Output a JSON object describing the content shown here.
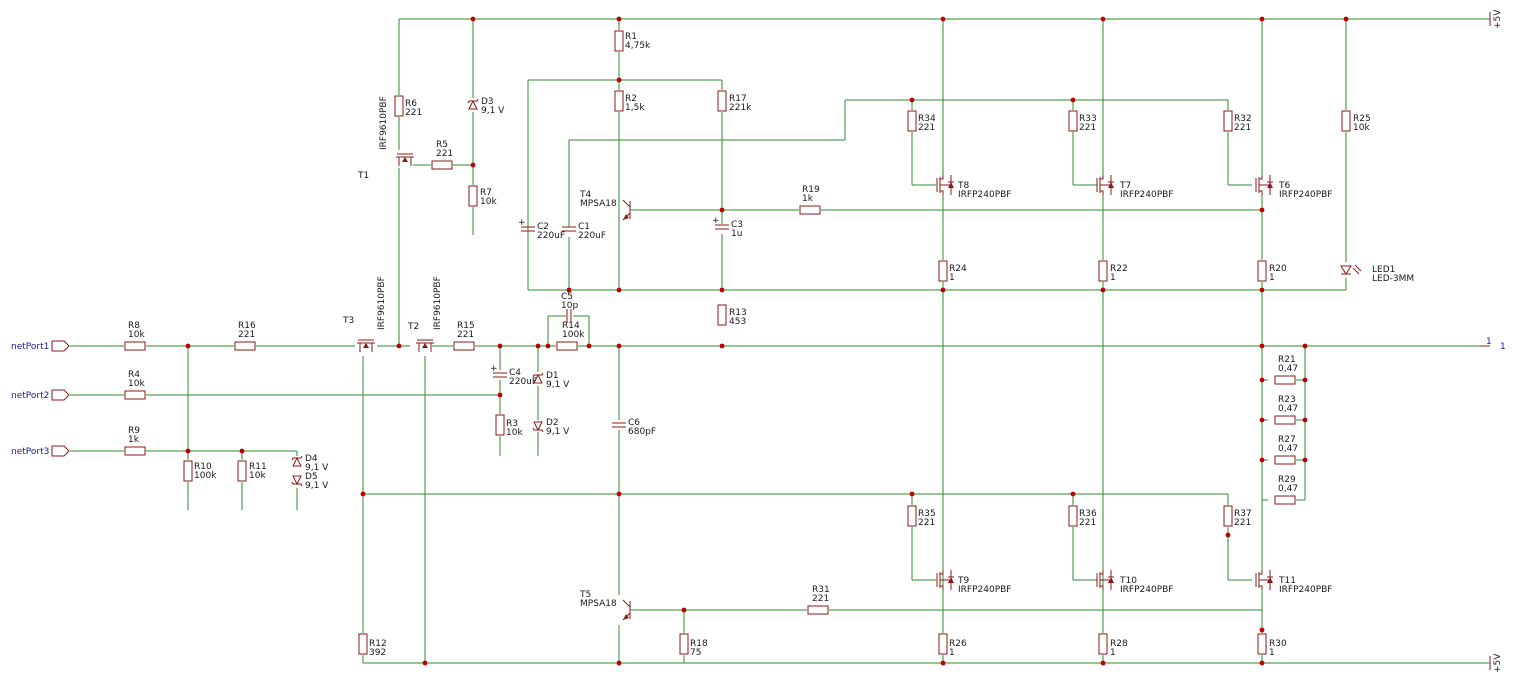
{
  "components": {
    "R1": [
      "R1",
      "4,75k"
    ],
    "R2": [
      "R2",
      "1,5k"
    ],
    "R17": [
      "R17",
      "221k"
    ],
    "R6": [
      "R6",
      "221"
    ],
    "R5": [
      "R5",
      "221"
    ],
    "R7": [
      "R7",
      "10k"
    ],
    "D3": [
      "D3",
      "9,1 V"
    ],
    "T1": [
      "T1",
      "IRF9610PBF"
    ],
    "R34": [
      "R34",
      "221"
    ],
    "R33": [
      "R33",
      "221"
    ],
    "R32": [
      "R32",
      "221"
    ],
    "R25": [
      "R25",
      "10k"
    ],
    "T8": [
      "T8",
      "IRFP240PBF"
    ],
    "T7": [
      "T7",
      "IRFP240PBF"
    ],
    "T6": [
      "T6",
      "IRFP240PBF"
    ],
    "T4": [
      "T4",
      "MPSA18"
    ],
    "R19": [
      "R19",
      "1k"
    ],
    "C2": [
      "C2",
      "220uF"
    ],
    "C1": [
      "C1",
      "220uF"
    ],
    "C3": [
      "C3",
      "1u"
    ],
    "R24": [
      "R24",
      "1"
    ],
    "R22": [
      "R22",
      "1"
    ],
    "R20": [
      "R20",
      "1"
    ],
    "LED1": [
      "LED1",
      "LED-3MM"
    ],
    "R13": [
      "R13",
      "453"
    ],
    "C5": [
      "C5",
      "10p"
    ],
    "R14": [
      "R14",
      "100k"
    ],
    "R8": [
      "R8",
      "10k"
    ],
    "R16": [
      "R16",
      "221"
    ],
    "T3": [
      "T3",
      "IRF9610PBF"
    ],
    "T2": [
      "T2",
      "IRF9610PBF"
    ],
    "R15": [
      "R15",
      "221"
    ],
    "C4": [
      "C4",
      "220uF"
    ],
    "D1": [
      "D1",
      "9,1 V"
    ],
    "D2": [
      "D2",
      "9,1 V"
    ],
    "R3": [
      "R3",
      "10k"
    ],
    "R4": [
      "R4",
      "10k"
    ],
    "R9": [
      "R9",
      "1k"
    ],
    "R10": [
      "R10",
      "100k"
    ],
    "R11": [
      "R11",
      "10k"
    ],
    "D4": [
      "D4",
      "9,1 V"
    ],
    "D5": [
      "D5",
      "9,1 V"
    ],
    "C6": [
      "C6",
      "680pF"
    ],
    "R21": [
      "R21",
      "0,47"
    ],
    "R23": [
      "R23",
      "0,47"
    ],
    "R27": [
      "R27",
      "0,47"
    ],
    "R29": [
      "R29",
      "0,47"
    ],
    "R35": [
      "R35",
      "221"
    ],
    "R36": [
      "R36",
      "221"
    ],
    "R37": [
      "R37",
      "221"
    ],
    "T9": [
      "T9",
      "IRFP240PBF"
    ],
    "T10": [
      "T10",
      "IRFP240PBF"
    ],
    "T11": [
      "T11",
      "IRFP240PBF"
    ],
    "T5": [
      "T5",
      "MPSA18"
    ],
    "R31": [
      "R31",
      "221"
    ],
    "R18": [
      "R18",
      "75"
    ],
    "R12": [
      "R12",
      "392"
    ],
    "R26": [
      "R26",
      "1"
    ],
    "R28": [
      "R28",
      "1"
    ],
    "R30": [
      "R30",
      "1"
    ]
  },
  "ports": {
    "p1": "netPort1",
    "p2": "netPort2",
    "p3": "netPort3"
  },
  "supply": {
    "top": "+5V",
    "bottom": "+5V"
  },
  "output": {
    "left": "1",
    "right": "1"
  },
  "colors": {
    "wire": "#2e8b2e",
    "component": "#8b1a1a",
    "junction": "#c00000",
    "port_text": "#1a1aa0"
  }
}
